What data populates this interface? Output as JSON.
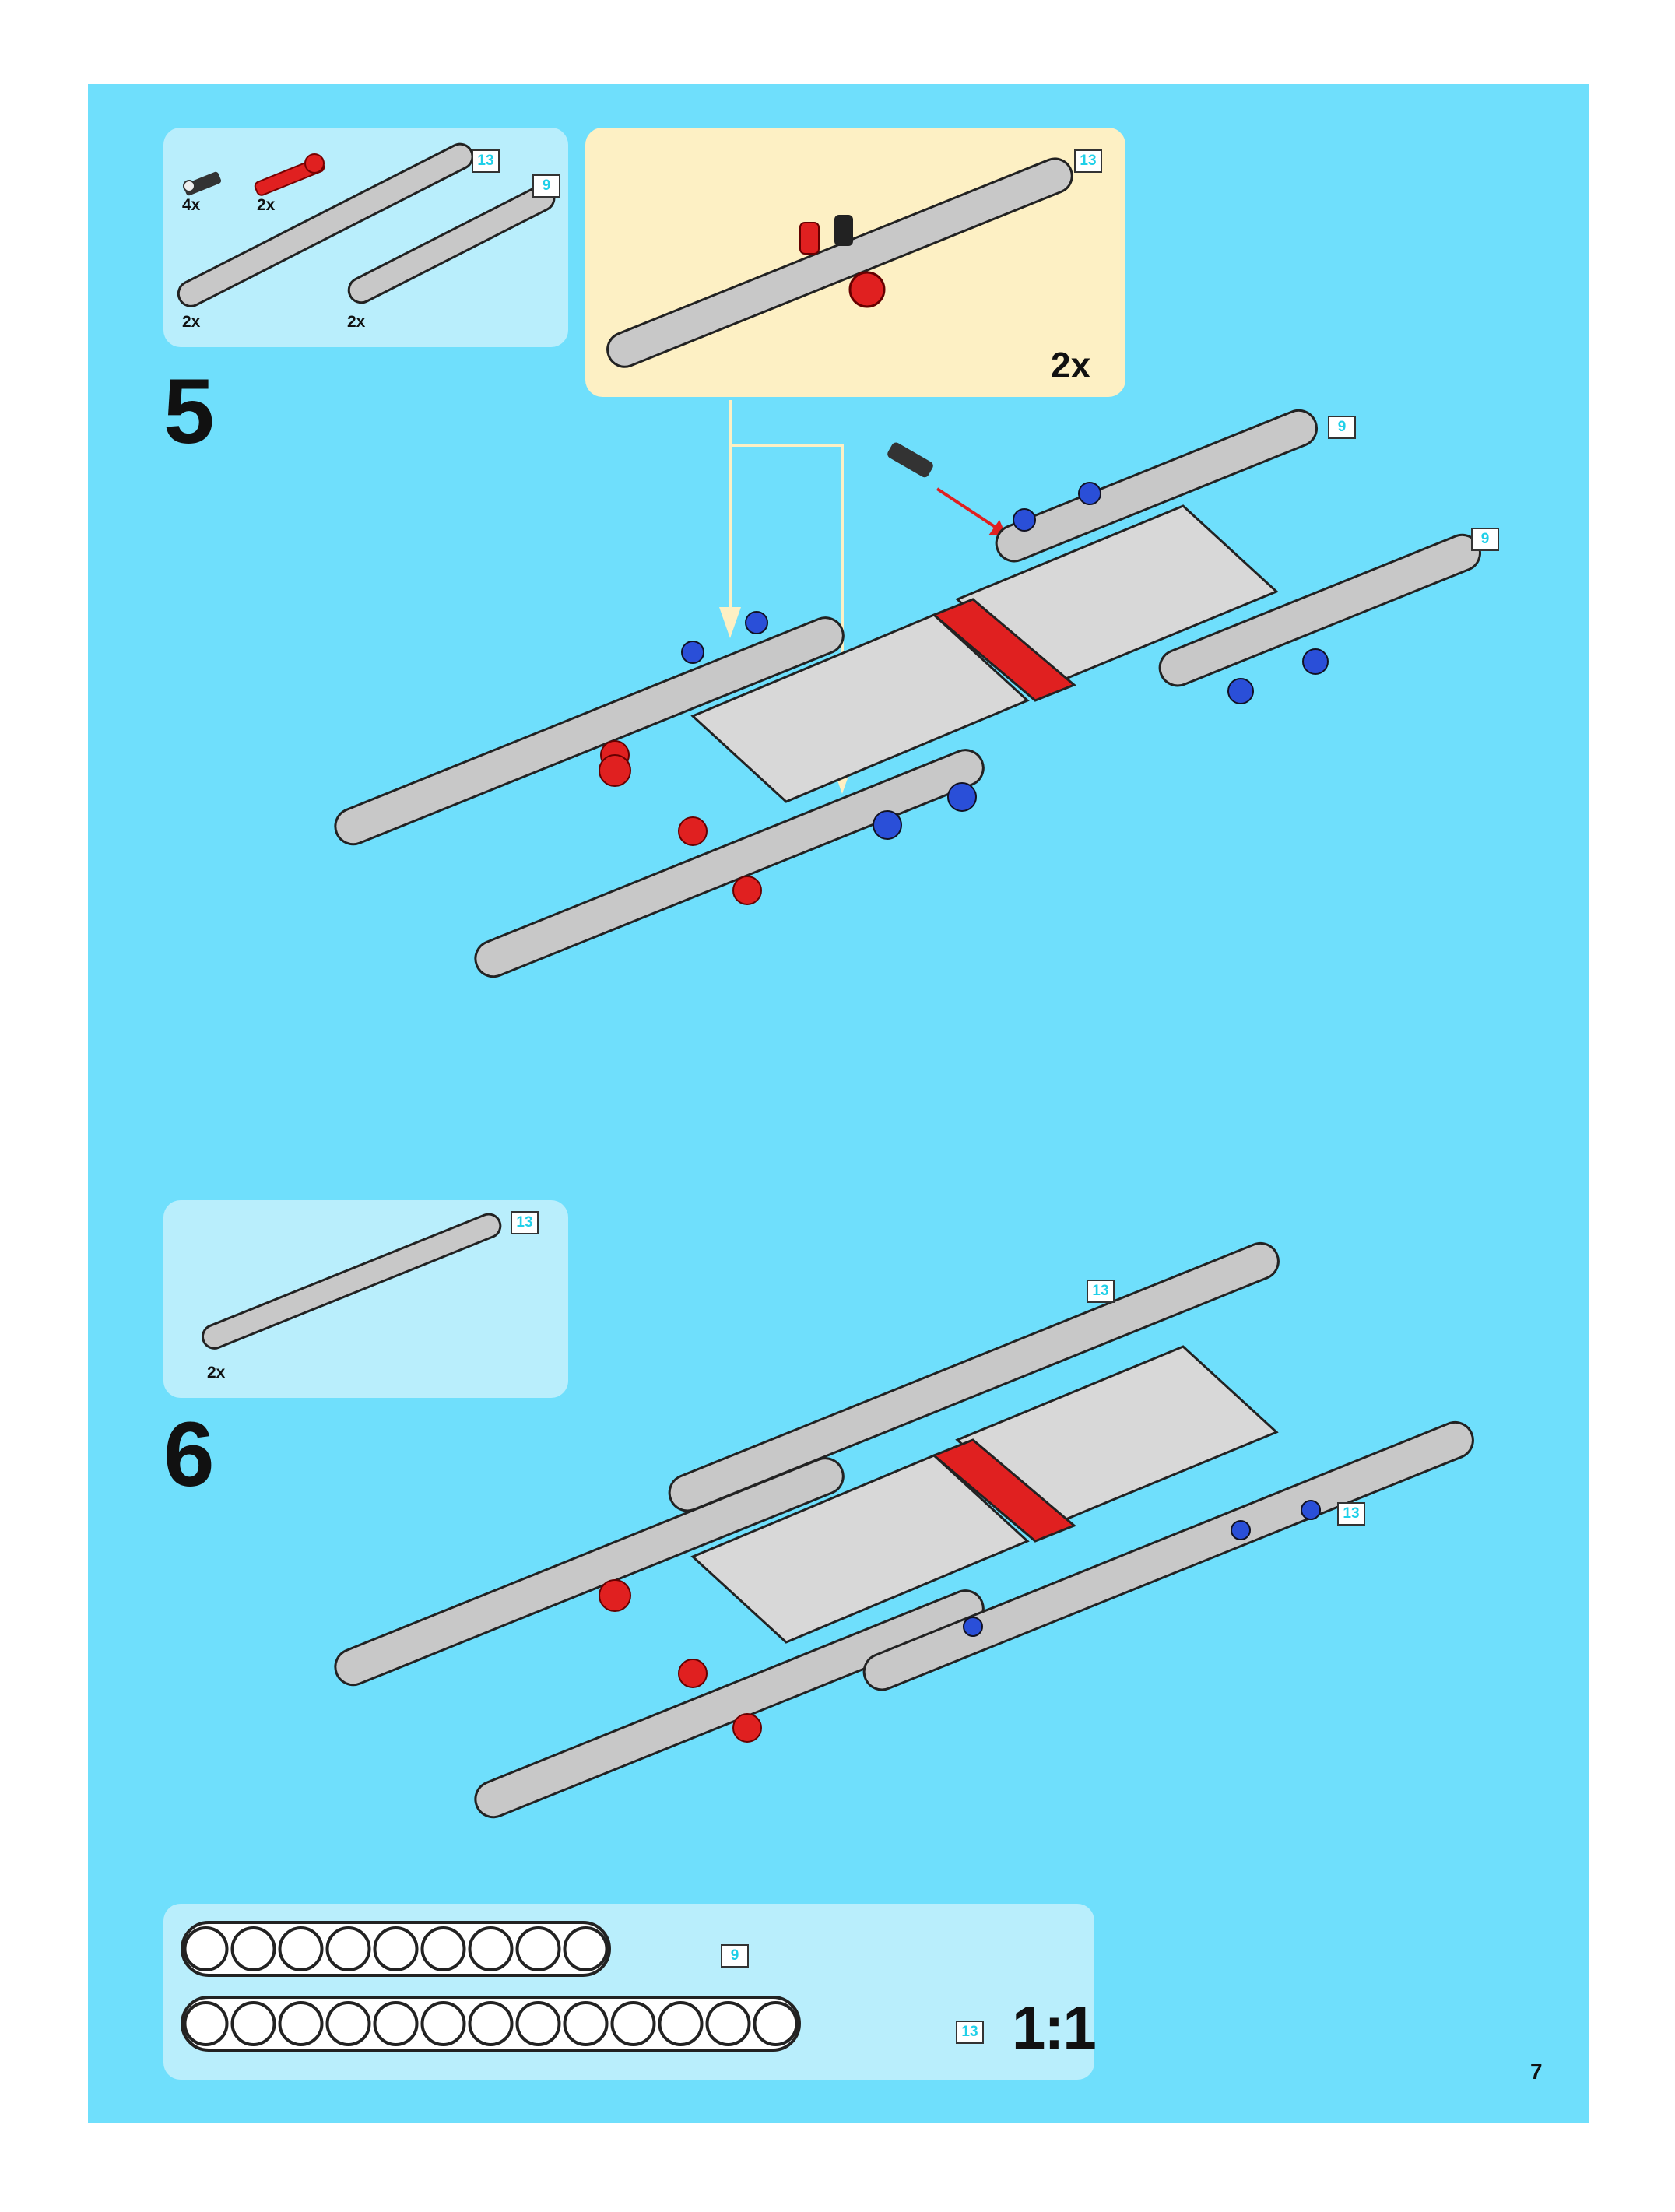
{
  "page": {
    "page_number": "7",
    "colors": {
      "background": "#6fdffc",
      "parts_panel": "#b9eefc",
      "subassembly_panel": "#fdf0c4",
      "beam_gray": "#c8c8c8",
      "pin_red": "#e02020",
      "pin_blue": "#2a4fd8",
      "length_tag_text": "#1fcfe8"
    }
  },
  "step5": {
    "number": "5",
    "parts": [
      {
        "icon": "black-pin-icon",
        "qty": "4x"
      },
      {
        "icon": "red-axle-pin-icon",
        "qty": "2x"
      },
      {
        "icon": "beam-13-icon",
        "qty": "2x",
        "length": "13"
      },
      {
        "icon": "beam-9-icon",
        "qty": "2x",
        "length": "9"
      }
    ],
    "subassembly": {
      "qty": "2x",
      "length": "13"
    },
    "callouts": [
      "9",
      "9"
    ]
  },
  "step6": {
    "number": "6",
    "parts": [
      {
        "icon": "beam-13-icon",
        "qty": "2x",
        "length": "13"
      }
    ],
    "callouts": [
      "13",
      "13"
    ]
  },
  "ruler": {
    "scale": "1:1",
    "beams": [
      {
        "length": "9",
        "holes": 9
      },
      {
        "length": "13",
        "holes": 13
      }
    ]
  }
}
